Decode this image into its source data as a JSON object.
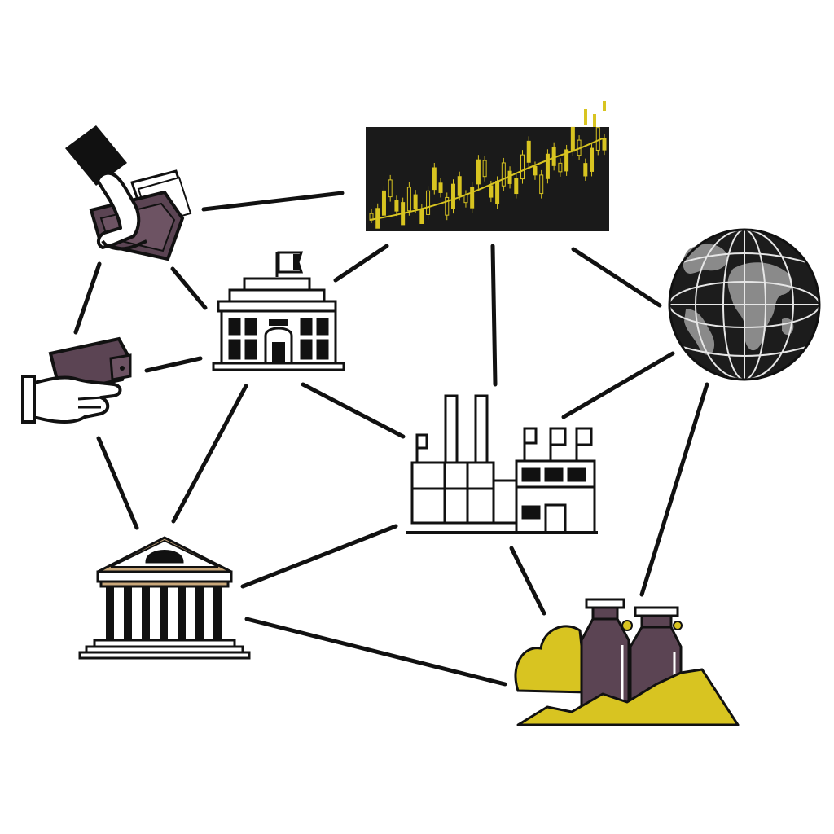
{
  "colors": {
    "ink": "#111111",
    "plum": "#5b4453",
    "gold": "#d8c421",
    "globe_land": "#8a8a8a",
    "sand": "#c9a77a",
    "background": "#ffffff"
  },
  "nodes": [
    {
      "id": "payment-hand",
      "icon": "hand-holding-wallet-icon"
    },
    {
      "id": "wallet-hand",
      "icon": "hand-with-wallet-icon"
    },
    {
      "id": "stock-chart",
      "icon": "candlestick-chart-icon"
    },
    {
      "id": "government-building",
      "icon": "capitol-building-icon"
    },
    {
      "id": "globe",
      "icon": "globe-icon"
    },
    {
      "id": "factory",
      "icon": "factory-icon"
    },
    {
      "id": "bank",
      "icon": "bank-columns-icon"
    },
    {
      "id": "commodity-bottles",
      "icon": "bottles-and-hills-icon"
    }
  ],
  "edges": [
    [
      "payment-hand",
      "stock-chart"
    ],
    [
      "payment-hand",
      "government-building"
    ],
    [
      "payment-hand",
      "wallet-hand"
    ],
    [
      "wallet-hand",
      "government-building"
    ],
    [
      "wallet-hand",
      "bank"
    ],
    [
      "stock-chart",
      "government-building"
    ],
    [
      "stock-chart",
      "factory"
    ],
    [
      "stock-chart",
      "globe"
    ],
    [
      "government-building",
      "bank"
    ],
    [
      "government-building",
      "factory"
    ],
    [
      "globe",
      "factory"
    ],
    [
      "globe",
      "commodity-bottles"
    ],
    [
      "factory",
      "bank"
    ],
    [
      "factory",
      "commodity-bottles"
    ],
    [
      "bank",
      "commodity-bottles"
    ]
  ]
}
